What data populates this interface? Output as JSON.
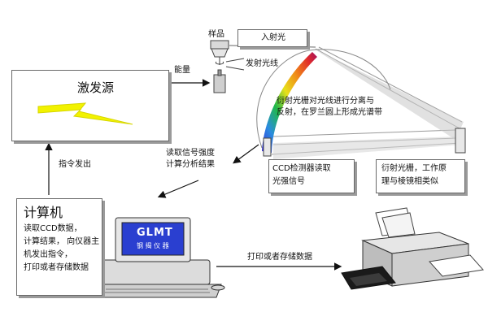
{
  "laser": {
    "title": "激发源"
  },
  "labels": {
    "energy": "能量",
    "sample": "样品",
    "incident_light": "入射光",
    "emitted_line": "发射光线",
    "diffraction_note_1": "衍射光栅对光线进行分离与",
    "diffraction_note_2": "反射，在罗兰圆上形成光谱带",
    "read_signal_1": "读取信号强度",
    "read_signal_2": "计算分析结果",
    "instruction": "指令发出",
    "ccd_1": "CCD检测器读取",
    "ccd_2": "光强信号",
    "grating_1": "衍射光栅，工作原",
    "grating_2": "理与棱镜相类似",
    "print_store": "打印或者存储数据"
  },
  "computer": {
    "title": "计算机",
    "lines": [
      "读取CCD数据，",
      "计算结果， 向仪器主",
      "机发出指令，",
      "打印或者存储数据"
    ],
    "screen_brand": "GLMT",
    "screen_sub": "钢 揭 仪 器"
  },
  "colors": {
    "bolt": "#f2f200",
    "screen": "#2a3fd0",
    "text": "#111111"
  }
}
